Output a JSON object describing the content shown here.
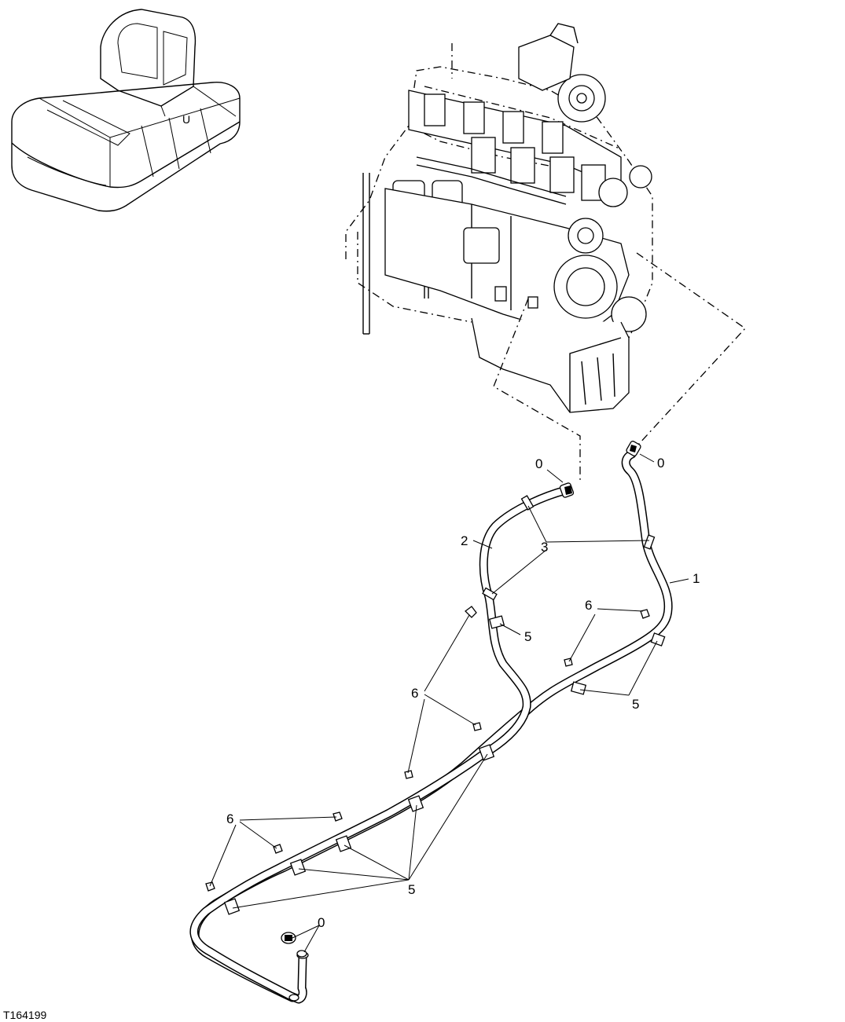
{
  "figure": {
    "id": "T164199"
  },
  "callouts": {
    "c0_a": "0",
    "c0_b": "0",
    "c0_c": "0",
    "c1": "1",
    "c2": "2",
    "c3": "3",
    "c5_a": "5",
    "c5_b": "5",
    "c5_c": "5",
    "c6_a": "6",
    "c6_b": "6",
    "c6_c": "6"
  }
}
